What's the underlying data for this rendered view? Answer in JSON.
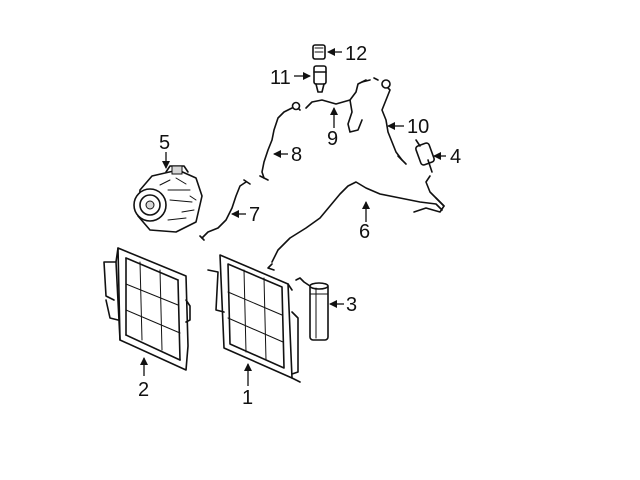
{
  "callouts": {
    "c1": "1",
    "c2": "2",
    "c3": "3",
    "c4": "4",
    "c5": "5",
    "c6": "6",
    "c7": "7",
    "c8": "8",
    "c9": "9",
    "c10": "10",
    "c11": "11",
    "c12": "12"
  },
  "colors": {
    "line": "#111111",
    "background": "#ffffff",
    "shade": "#d6d6d6"
  }
}
